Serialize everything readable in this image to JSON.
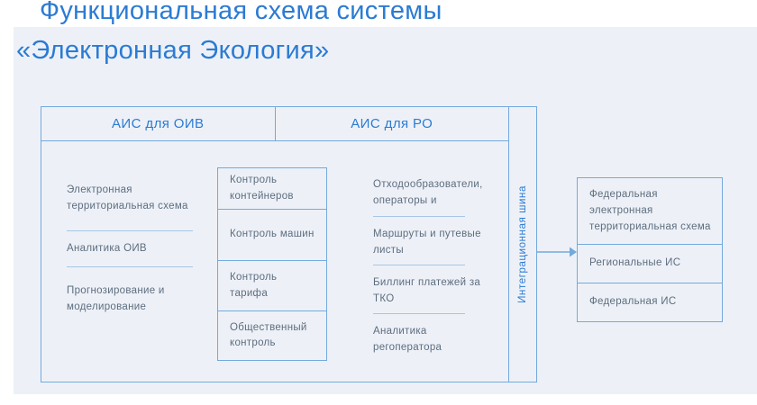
{
  "title": {
    "line1": "Функциональная схема системы",
    "line2": "«Электронная Экология»"
  },
  "diagram": {
    "headers": [
      "АИС для ОИВ",
      "АИС для РО"
    ],
    "left_items": [
      "Электронная территориальная схема",
      "Аналитика ОИВ",
      "Прогнозирование и моделирование"
    ],
    "modules": [
      "Контроль контейнеров",
      "Контроль машин",
      "Контроль тарифа",
      "Общественный контроль"
    ],
    "right_items": [
      "Отходообразователи, операторы и",
      "Маршруты и путевые листы",
      "Биллинг платежей за ТКО",
      "Аналитика регоператора"
    ],
    "bus_label": "Интеграционная шина",
    "external_items": [
      "Федеральная электронная территориальная схема",
      "Региональные ИС",
      "Федеральная ИС"
    ]
  },
  "colors": {
    "accent": "#2b7bd3",
    "border": "#73a9dd",
    "text": "#5e6d7f",
    "panel_bg": "#edf1f7"
  }
}
